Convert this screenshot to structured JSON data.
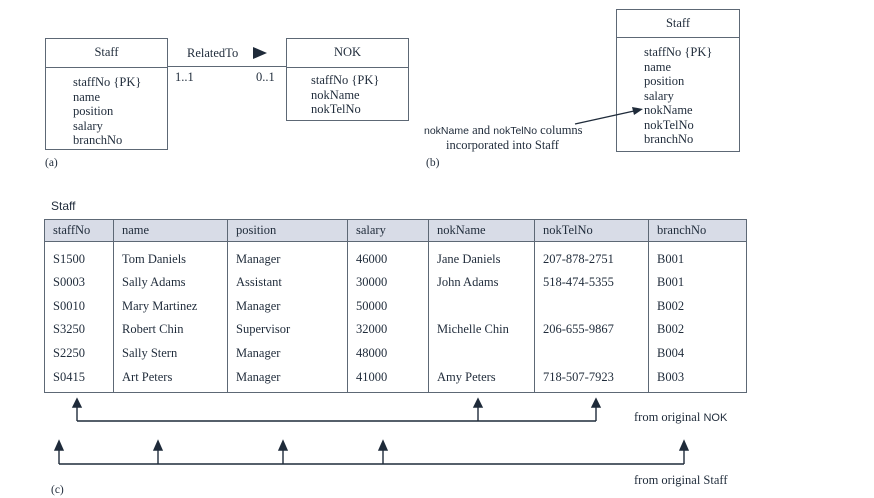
{
  "diagram_a": {
    "staff_title": "Staff",
    "staff_attrs": [
      "staffNo {PK}",
      "name",
      "position",
      "salary",
      "branchNo"
    ],
    "relation_label": "RelatedTo",
    "mult_left": "1..1",
    "mult_right": "0..1",
    "nok_title": "NOK",
    "nok_attrs": [
      "staffNo {PK}",
      "nokName",
      "nokTelNo"
    ],
    "caption": "(a)"
  },
  "diagram_b": {
    "staff_title": "Staff",
    "staff_attrs": [
      "staffNo {PK}",
      "name",
      "position",
      "salary",
      "nokName",
      "nokTelNo",
      "branchNo"
    ],
    "note_part1": "nokName",
    "note_part2": " and ",
    "note_part3": "nokTelNo",
    "note_part4": " columns",
    "note_line2": "incorporated into Staff",
    "caption": "(b)"
  },
  "diagram_c": {
    "table_title": "Staff",
    "columns": [
      "staffNo",
      "name",
      "position",
      "salary",
      "nokName",
      "nokTelNo",
      "branchNo"
    ],
    "rows": [
      [
        "S1500",
        "Tom Daniels",
        "Manager",
        "46000",
        "Jane Daniels",
        "207-878-2751",
        "B001"
      ],
      [
        "S0003",
        "Sally Adams",
        "Assistant",
        "30000",
        "John Adams",
        "518-474-5355",
        "B001"
      ],
      [
        "S0010",
        "Mary Martinez",
        "Manager",
        "50000",
        "",
        "",
        "B002"
      ],
      [
        "S3250",
        "Robert Chin",
        "Supervisor",
        "32000",
        "Michelle Chin",
        "206-655-9867",
        "B002"
      ],
      [
        "S2250",
        "Sally Stern",
        "Manager",
        "48000",
        "",
        "",
        "B004"
      ],
      [
        "S0415",
        "Art Peters",
        "Manager",
        "41000",
        "Amy Peters",
        "718-507-7923",
        "B003"
      ]
    ],
    "from_nok_prefix": "from original ",
    "from_nok_suffix": "NOK",
    "from_staff": "from original Staff",
    "caption": "(c)"
  },
  "colors": {
    "ink": "#1f2b3a",
    "border": "#5d6875",
    "header_fill": "#d8dce7"
  }
}
